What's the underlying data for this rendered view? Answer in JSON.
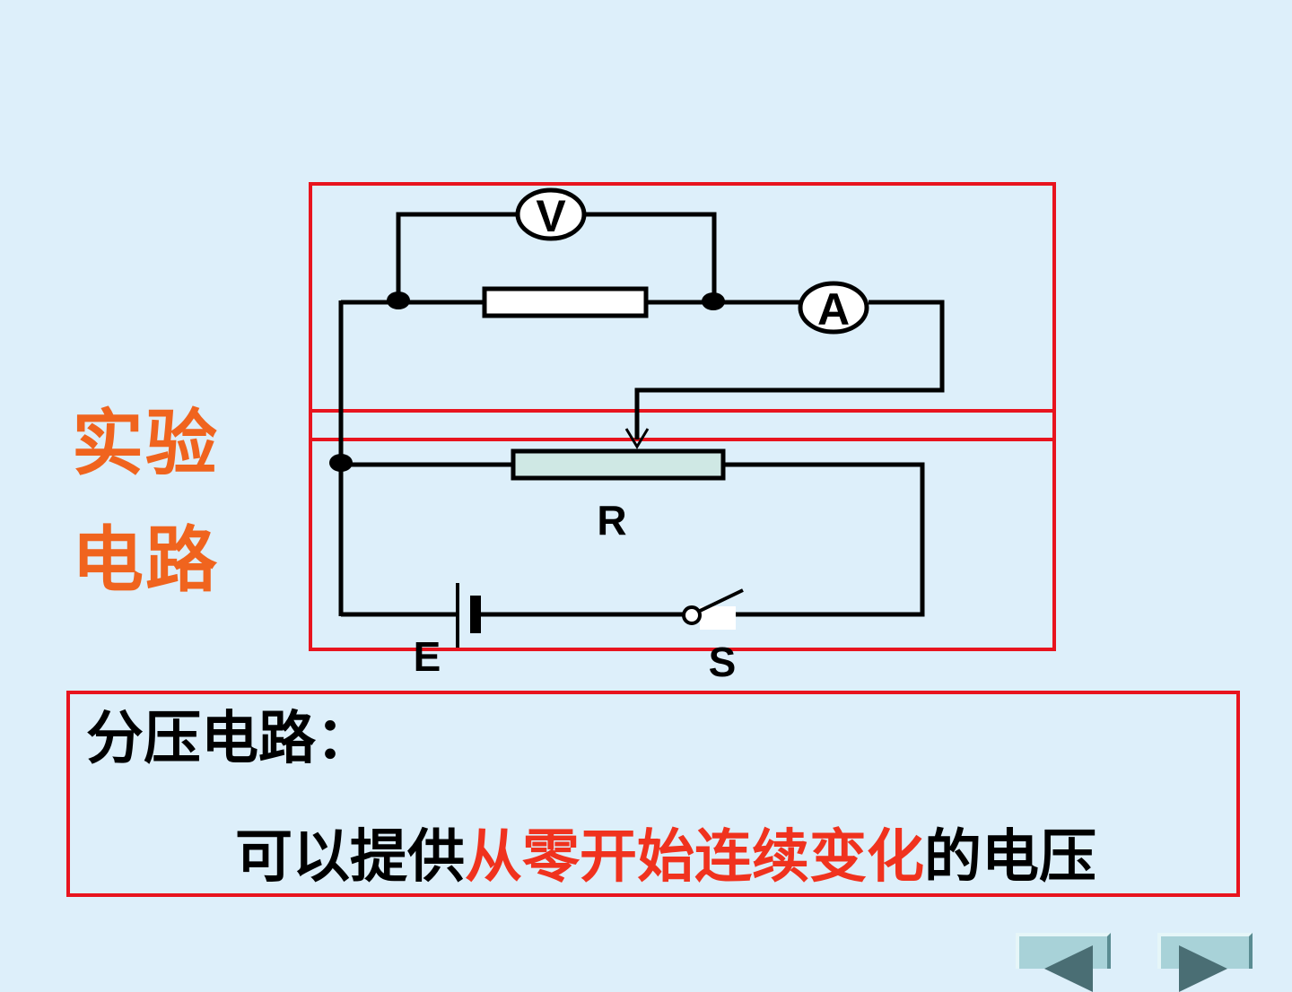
{
  "side_title": {
    "line1": "实验",
    "line2": "电路"
  },
  "circuit": {
    "voltmeter_label": "V",
    "ammeter_label": "A",
    "rheostat_label": "R",
    "battery_label": "E",
    "switch_label": "S"
  },
  "note": {
    "heading": "分压电路：",
    "prefix": "可以提供",
    "highlight": "从零开始连续变化",
    "suffix": "的电压"
  },
  "colors": {
    "background": "#ddeffa",
    "box_border": "#e8141e",
    "title_orange": "#f0641e",
    "highlight_red": "#f0321e"
  },
  "nav": {
    "prev_icon": "triangle-left-icon",
    "next_icon": "triangle-right-icon"
  }
}
